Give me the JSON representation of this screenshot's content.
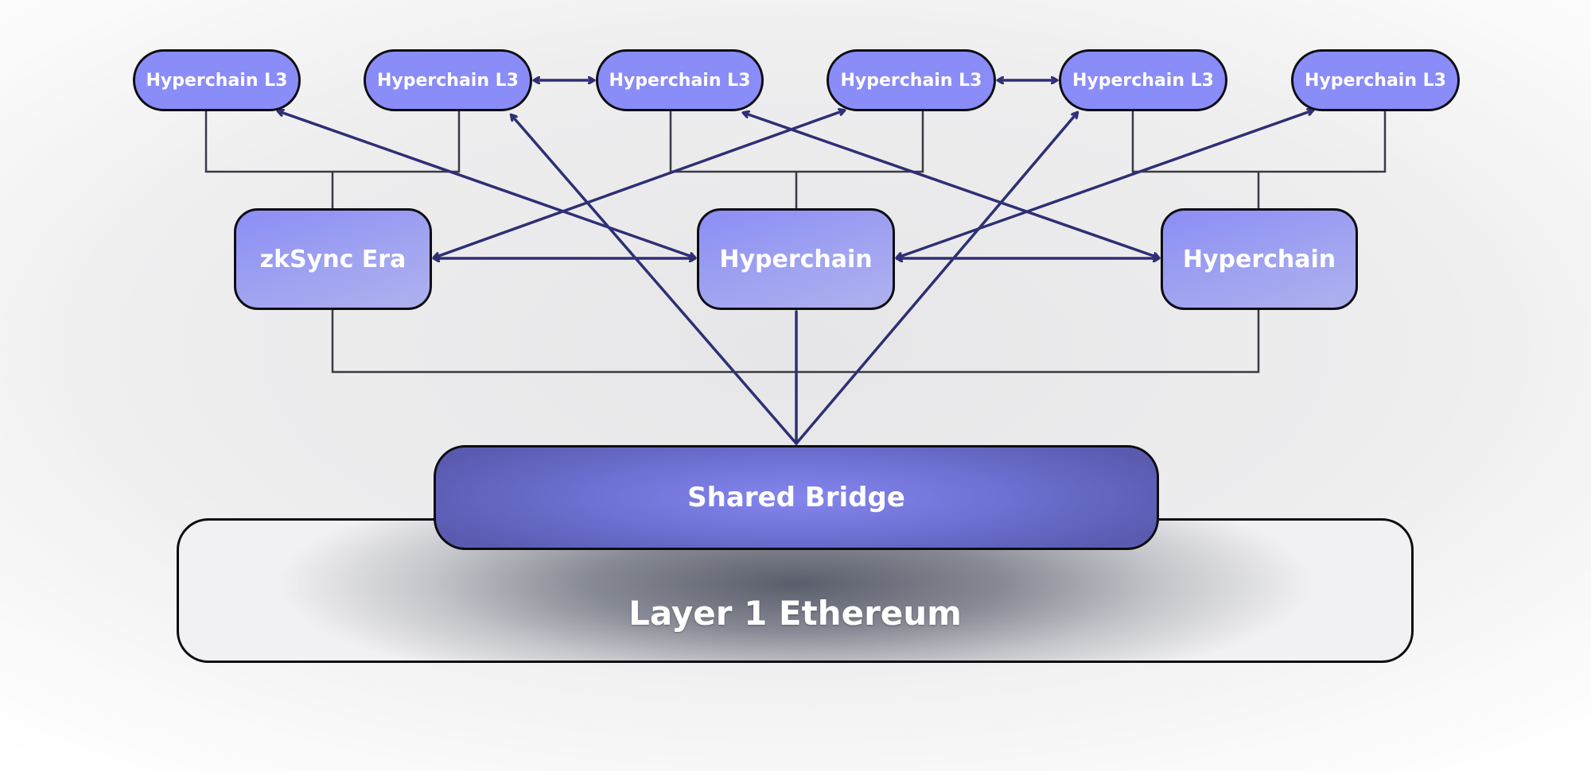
{
  "diagram": {
    "layer3": [
      {
        "label": "Hyperchain L3"
      },
      {
        "label": "Hyperchain L3"
      },
      {
        "label": "Hyperchain L3"
      },
      {
        "label": "Hyperchain L3"
      },
      {
        "label": "Hyperchain L3"
      },
      {
        "label": "Hyperchain L3"
      }
    ],
    "layer2": [
      {
        "label": "zkSync Era"
      },
      {
        "label": "Hyperchain"
      },
      {
        "label": "Hyperchain"
      }
    ],
    "bridge": {
      "label": "Shared Bridge"
    },
    "layer1": {
      "label": "Layer 1 Ethereum"
    },
    "colors": {
      "arrow": "#2e2f75",
      "connector": "#3a3a45",
      "l3_fill": "#8a8cf8",
      "bridge_fill": "#6f71d4"
    },
    "edges": [
      {
        "from": "layer3.1",
        "to": "layer3.2",
        "type": "bidirectional"
      },
      {
        "from": "layer3.3",
        "to": "layer3.4",
        "type": "bidirectional"
      },
      {
        "from": "layer2.0",
        "to": "layer2.1",
        "type": "bidirectional"
      },
      {
        "from": "layer2.1",
        "to": "layer2.2",
        "type": "bidirectional"
      },
      {
        "from": "layer3.0",
        "to": "layer2.1",
        "type": "bidirectional"
      },
      {
        "from": "layer2.0",
        "to": "layer3.3",
        "type": "bidirectional"
      },
      {
        "from": "layer3.2",
        "to": "layer2.2",
        "type": "bidirectional"
      },
      {
        "from": "layer2.1",
        "to": "layer3.5",
        "type": "bidirectional"
      },
      {
        "from": "bridge",
        "to": "layer3.1",
        "type": "directed"
      },
      {
        "from": "bridge",
        "to": "layer3.4",
        "type": "directed"
      },
      {
        "from": "bridge",
        "to": "layer2.1",
        "type": "line"
      }
    ]
  }
}
